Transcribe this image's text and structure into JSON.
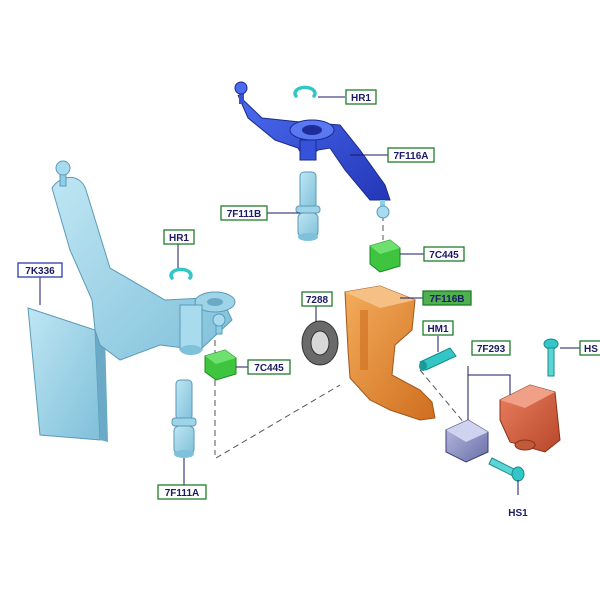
{
  "labels": {
    "hr1_top": "HR1",
    "lever_7f116a": "7F116A",
    "pin_7f111b": "7F111B",
    "bush_7c445_upper": "7C445",
    "bracket_7f116b": "7F116B",
    "seal_7288": "7288",
    "pin_hm1": "HM1",
    "switch_7f293": "7F293",
    "screw_hs_right": "HS",
    "screw_hs1": "HS1",
    "plate_7k336": "7K336",
    "hr1_left": "HR1",
    "bush_7c445_lower": "7C445",
    "pin_7f111a": "7F111A"
  },
  "colors": {
    "light_blue_part": "#8fcfe6",
    "dark_blue_part": "#2f4fd6",
    "green_bush": "#3ec43e",
    "orange_part": "#e8913a",
    "red_part": "#d8603a",
    "cyan_clip": "#33c6c6",
    "label_text": "#1a1a66",
    "label_border": "#1e7d2a"
  },
  "icons": [
    "circlip-icon",
    "ball-stud-icon",
    "screw-icon"
  ]
}
